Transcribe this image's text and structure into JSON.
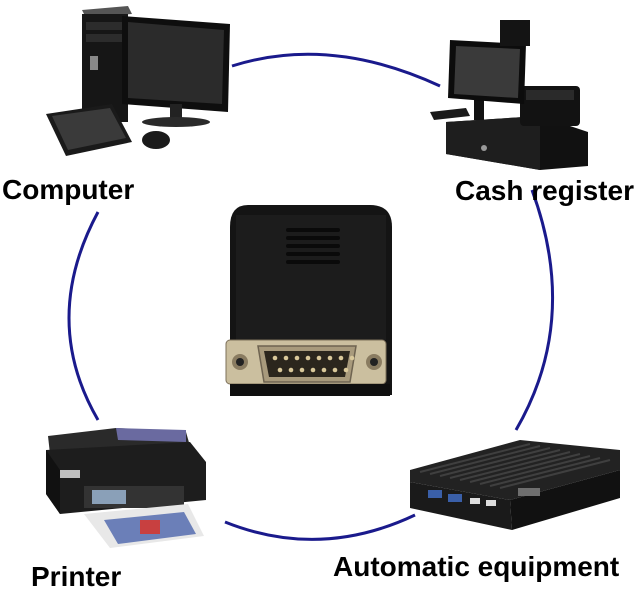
{
  "labels": {
    "computer": "Computer",
    "cash_register": "Cash register",
    "printer": "Printer",
    "automatic_equipment": "Automatic equipment"
  },
  "colors": {
    "circle": "#1a1a8c",
    "device_black": "#141414",
    "device_gray": "#3a3a3a",
    "metal": "#b8a888"
  },
  "icons": [
    "computer-icon",
    "cash-register-icon",
    "printer-icon",
    "industrial-pc-icon",
    "db15-adapter-icon"
  ]
}
